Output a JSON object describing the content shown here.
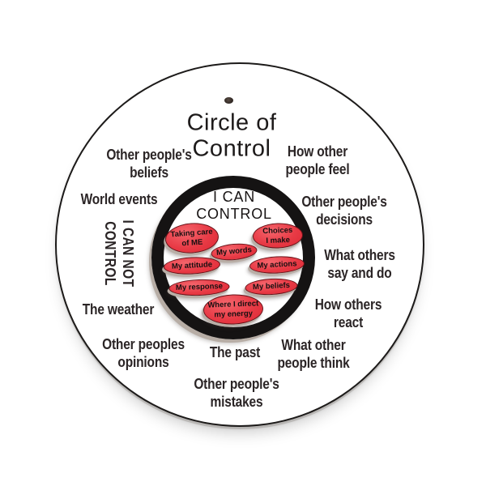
{
  "board": {
    "title": "Circle of\nControl",
    "inner_heading": "I CAN\nCONTROL",
    "colors": {
      "board_bg": "#ffffff",
      "board_outline": "#1c1a19",
      "ring_black": "#151313",
      "oval_red": "#e83a45",
      "oval_outline": "#661117",
      "text_dark": "#2b2526",
      "bevel_gray": "#b7ada5"
    }
  },
  "controllables": [
    {
      "label": "Taking care\nof ME"
    },
    {
      "label": "Choices\nI make"
    },
    {
      "label": "My words"
    },
    {
      "label": "My attitude"
    },
    {
      "label": "My actions"
    },
    {
      "label": "My response"
    },
    {
      "label": "My beliefs"
    },
    {
      "label": "Where I direct\nmy energy"
    }
  ],
  "uncontrollables": [
    {
      "label": "Other people's\nbeliefs"
    },
    {
      "label": "How other\npeople feel"
    },
    {
      "label": "World events"
    },
    {
      "label": "Other people's\ndecisions"
    },
    {
      "label": "I CAN NOT\nCONTROL"
    },
    {
      "label": "What others\nsay and do"
    },
    {
      "label": "The weather"
    },
    {
      "label": "How others\nreact"
    },
    {
      "label": "Other peoples\nopinions"
    },
    {
      "label": "The past"
    },
    {
      "label": "What other\npeople think"
    },
    {
      "label": "Other people's\nmistakes"
    }
  ]
}
